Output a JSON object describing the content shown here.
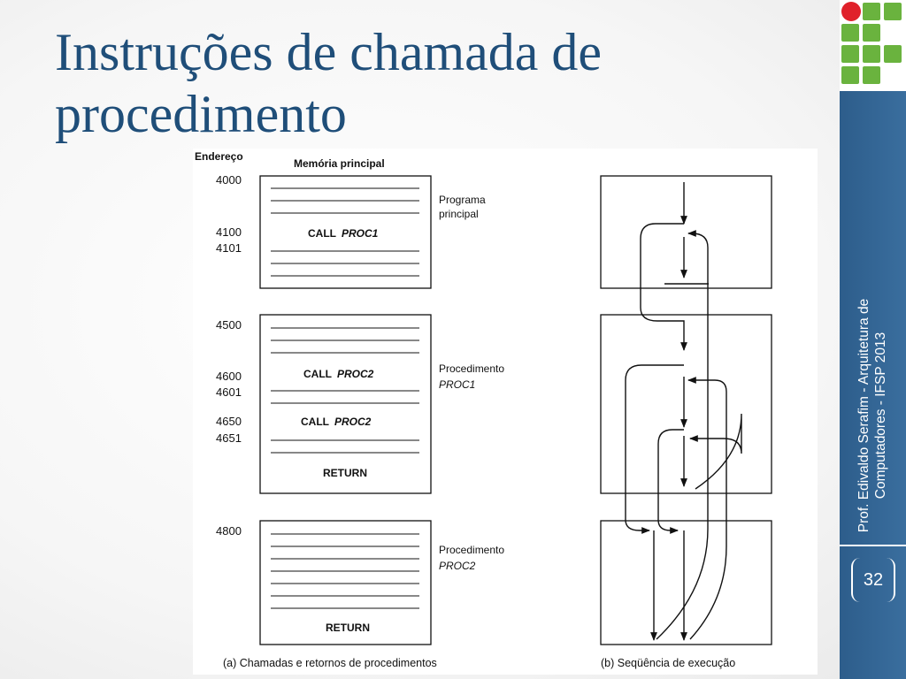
{
  "slide": {
    "title": "Instruções de chamada de procedimento",
    "footer": "Prof. Edivaldo Serafim - Arquitetura de Computadores - IFSP 2013",
    "page_number": "32",
    "colors": {
      "title": "#1f4e79",
      "sidebar": "#2d5d8b",
      "logo_green": "#6ab33e",
      "logo_red": "#e0212b"
    }
  },
  "figure": {
    "header_address": "Endereço",
    "header_memory": "Memória principal",
    "blocks": [
      {
        "label": "Programa",
        "sub": "principal"
      },
      {
        "label": "Procedimento",
        "sub": "PROC1"
      },
      {
        "label": "Procedimento",
        "sub": "PROC2"
      }
    ],
    "addresses": [
      "4000",
      "4100",
      "4101",
      "4500",
      "4600",
      "4601",
      "4650",
      "4651",
      "4800"
    ],
    "call_word": "CALL",
    "call_proc1": "PROC1",
    "call_proc2": "PROC2",
    "return_label": "RETURN",
    "caption_a": "(a) Chamadas e retornos de procedimentos",
    "caption_b": "(b) Seqüência de execução"
  }
}
